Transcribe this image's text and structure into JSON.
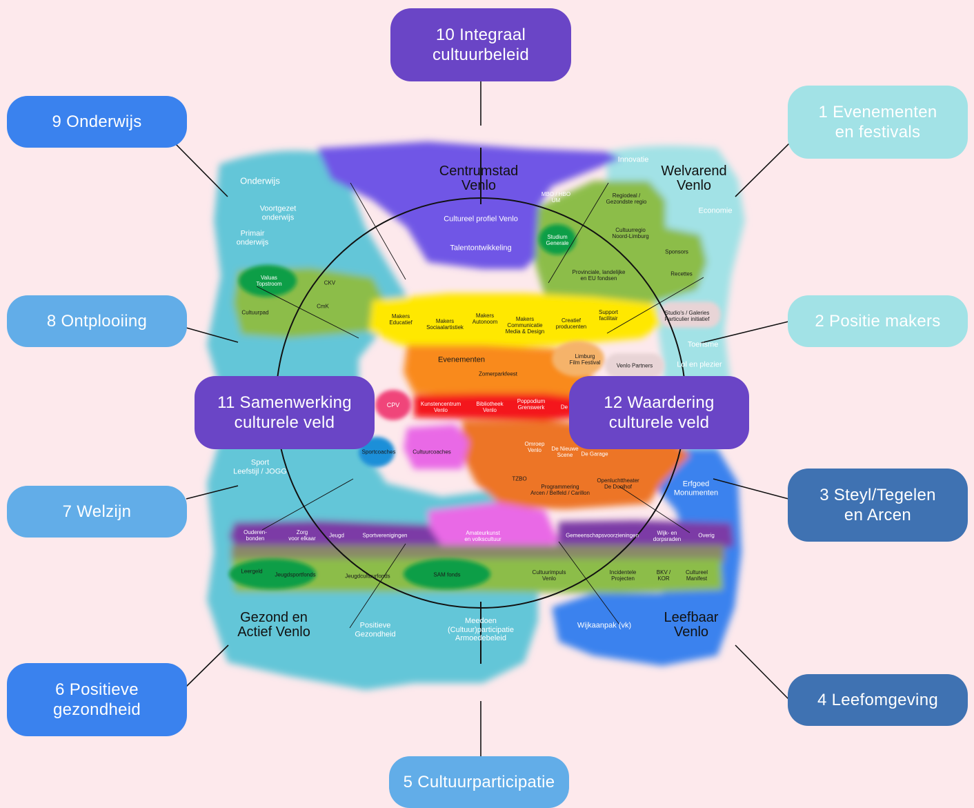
{
  "colors": {
    "background": "#fde9ec",
    "light_cyan": "#a2e2e6",
    "cyan": "#63c6d8",
    "blue": "#3a82ee",
    "mid_blue": "#62ade8",
    "dark_blue": "#3f72b2",
    "purple": "#6a45c6",
    "violet": "#6f56e6",
    "green": "#8cbd48",
    "dark_green": "#0a9e46",
    "yellow": "#ffe800",
    "orange": "#f98a1e",
    "dark_orange": "#ed7425",
    "red": "#f4161b",
    "pink": "#f0447a",
    "magenta": "#e969e6",
    "dark_purple": "#7b3aa6"
  },
  "boxes": {
    "b10": "10  Integraal\ncultuurbeleid",
    "b9": "9  Onderwijs",
    "b1": "1  Evenementen\nen festivals",
    "b8": "8  Ontplooiing",
    "b2": "2  Positie makers",
    "b11": "11  Samenwerking\nculturele veld",
    "b12": "12  Waardering\nculturele veld",
    "b7": "7  Welzijn",
    "b3": "3  Steyl/Tegelen\nen Arcen",
    "b6": "6  Positieve\ngezondheid",
    "b4": "4  Leefomgeving",
    "b5": "5  Cultuurparticipatie"
  },
  "quadrants": {
    "centrumstad": "Centrumstad\nVenlo",
    "welvarend": "Welvarend\nVenlo",
    "gezond": "Gezond en\nActief Venlo",
    "leefbaar": "Leefbaar\nVenlo"
  },
  "labels": {
    "onderwijs": "Onderwijs",
    "voortgezet": "Voortgezet\nonderwijs",
    "primair": "Primair\nonderwijs",
    "valuas": "Valuas\nTopstroom",
    "ckv": "CKV",
    "cmk": "CmK",
    "cultuurpad": "Cultuurpad",
    "innovatie": "Innovatie",
    "mbo": "MBO / HBO\nUM",
    "regiodeal": "Regiodeal /\nGezondste regio",
    "economie": "Economie",
    "cultureel_profiel": "Cultureel profiel Venlo",
    "talentontwikkeling": "Talentontwikkeling",
    "studium": "Studium\nGenerale",
    "cultuurregio": "Cultuurregio\nNoord-Limburg",
    "sponsors": "Sponsors",
    "provinciale": "Provinciale, landelijke\nen EU fondsen",
    "recettes": "Recettes",
    "makers_educatief": "Makers\nEducatief",
    "makers_sociaal": "Makers\nSociaalartistiek",
    "makers_autonoom": "Makers\nAutonoom",
    "makers_communicatie": "Makers\nCommunicatie\nMedia & Design",
    "creatief": "Creatief\nproducenten",
    "support": "Support\nfacilitair",
    "studios": "Studio's / Galeries\nParticulier initiatief",
    "toerisme": "Toerisme",
    "lol": "Lol en plezier",
    "evenementen": "Evenementen",
    "zomerparkfeest": "Zomerparkfeest",
    "limburg_film": "Limburg\nFilm Festival",
    "venlo_partners": "Venlo Partners",
    "cpv": "CPV",
    "kunstencentrum": "Kunstencentrum\nVenlo",
    "bibliotheek": "Bibliotheek\nVenlo",
    "poppodium": "Poppodium\nGrenswerk",
    "de": "De",
    "sportcoaches": "Sportcoaches",
    "cultuurcoaches": "Cultuurcoaches",
    "omroep": "Omroep\nVenlo",
    "nieuwe_scene": "De Nieuwe\nScene",
    "de_garage": "De Garage",
    "sport": "Sport\nLeefstijl / JOGG",
    "tzbo": "TZBO",
    "programmering": "Programmering\nArcen / Belfeld / Carillon",
    "openlucht": "Openluchttheater\nDe Doolhof",
    "erfgoed": "Erfgoed\nMonumenten",
    "ouderenbonden": "Ouderen-\nbonden",
    "zorg": "Zorg\nvoor elkaar",
    "jeugd": "Jeugd",
    "sportverenigingen": "Sportverenigingen",
    "amateurkunst": "Amateurkunst\nen volkscultuur",
    "gemeenschap": "Gemeenschapsvoorzieningen",
    "wijk": "Wijk- en\ndorpsraden",
    "overig": "Overig",
    "leergeld": "Leergeld",
    "jeugdsportfonds": "Jeugdsportfonds",
    "jeugdcultuurfonds": "Jeugdcultuurfonds",
    "sam": "SAM fonds",
    "cultuurimpuls": "Cultuurimpuls\nVenlo",
    "incidentele": "Incidentele\nProjecten",
    "bkv": "BKV /\nKOR",
    "cultureel_manifest": "Cultureel\nManifest",
    "positieve_gezondheid": "Positieve\nGezondheid",
    "meedoen": "Meedoen\n(Cultuur)participatie\nArmoedebeleid",
    "wijkaanpak": "Wijkaanpak (vk)"
  }
}
